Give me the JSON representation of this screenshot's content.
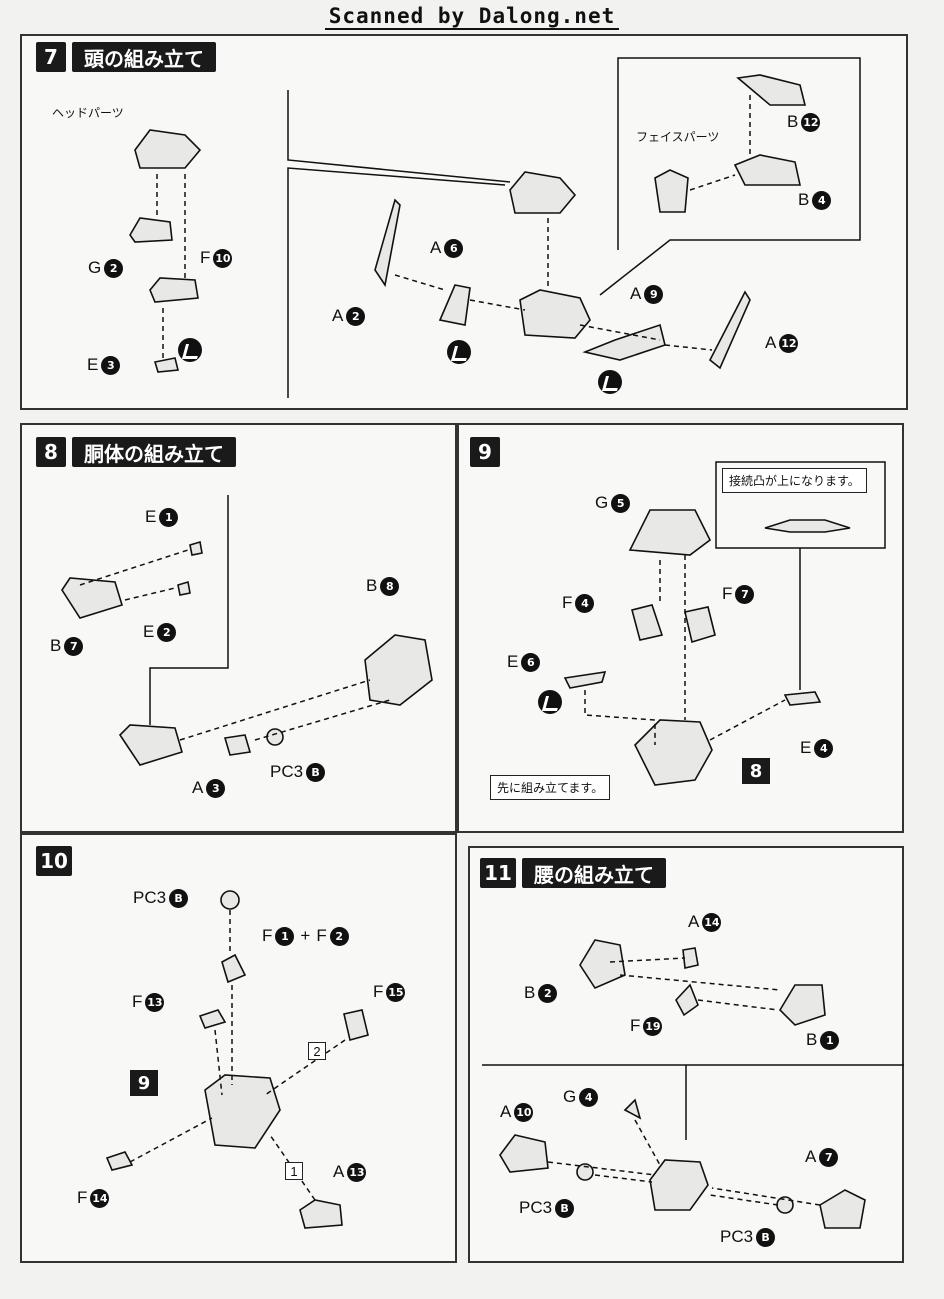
{
  "banner": "Scanned by Dalong.net",
  "steps": {
    "s7": {
      "num": "7",
      "title": "頭の組み立て"
    },
    "s8": {
      "num": "8",
      "title": "胴体の組み立て"
    },
    "s9": {
      "num": "9"
    },
    "s10": {
      "num": "10"
    },
    "s11": {
      "num": "11",
      "title": "腰の組み立て"
    }
  },
  "notes": {
    "head_parts": "ヘッドパーツ",
    "face_parts": "フェイスパーツ",
    "connector_up": "接続凸が上になります。",
    "assemble_first": "先に組み立てます。",
    "plus": "+"
  },
  "labels": {
    "s7": [
      {
        "l": "G",
        "n": "2"
      },
      {
        "l": "F",
        "n": "10"
      },
      {
        "l": "E",
        "n": "3"
      },
      {
        "l": "A",
        "n": "2"
      },
      {
        "l": "A",
        "n": "6"
      },
      {
        "l": "A",
        "n": "9"
      },
      {
        "l": "A",
        "n": "12"
      },
      {
        "l": "B",
        "n": "12"
      },
      {
        "l": "B",
        "n": "4"
      }
    ],
    "s8": [
      {
        "l": "E",
        "n": "1"
      },
      {
        "l": "B",
        "n": "7"
      },
      {
        "l": "E",
        "n": "2"
      },
      {
        "l": "B",
        "n": "8"
      },
      {
        "l": "A",
        "n": "3"
      },
      {
        "l": "PC3",
        "n": "B"
      }
    ],
    "s9": [
      {
        "l": "G",
        "n": "5"
      },
      {
        "l": "F",
        "n": "4"
      },
      {
        "l": "F",
        "n": "7"
      },
      {
        "l": "E",
        "n": "6"
      },
      {
        "l": "E",
        "n": "4"
      }
    ],
    "s10": [
      {
        "l": "PC3",
        "n": "B"
      },
      {
        "l": "F",
        "n": "1"
      },
      {
        "l": "F",
        "n": "2"
      },
      {
        "l": "F",
        "n": "13"
      },
      {
        "l": "F",
        "n": "15"
      },
      {
        "l": "F",
        "n": "14"
      },
      {
        "l": "A",
        "n": "13"
      }
    ],
    "s11": [
      {
        "l": "A",
        "n": "14"
      },
      {
        "l": "B",
        "n": "2"
      },
      {
        "l": "F",
        "n": "19"
      },
      {
        "l": "B",
        "n": "1"
      },
      {
        "l": "G",
        "n": "4"
      },
      {
        "l": "A",
        "n": "10"
      },
      {
        "l": "A",
        "n": "7"
      },
      {
        "l": "PC3",
        "n": "B"
      },
      {
        "l": "PC3",
        "n": "B"
      }
    ]
  },
  "sub_refs": {
    "s9_ref": "8",
    "s10_ref": "9"
  },
  "order_marks": {
    "first": "1",
    "second": "2"
  }
}
